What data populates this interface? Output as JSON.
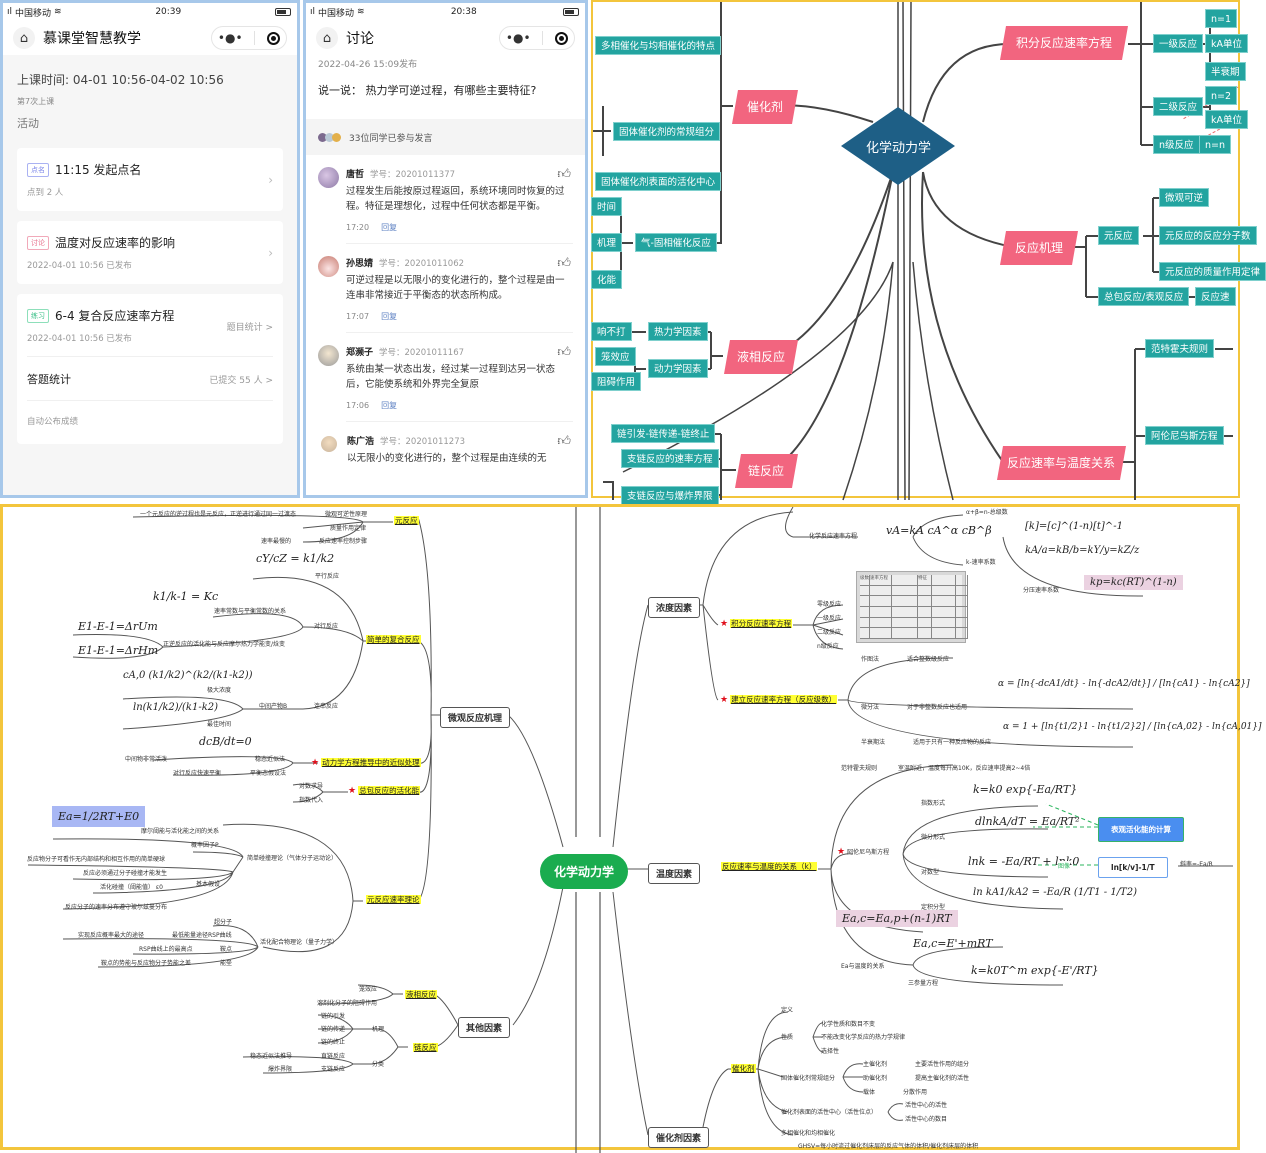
{
  "phone1": {
    "status": {
      "carrier": "中国移动",
      "time": "20:39"
    },
    "nav": {
      "title": "慕课堂智慧教学",
      "more_icon": "more-dots-icon",
      "close_icon": "target-icon"
    },
    "class_time": "上课时间: 04-01 10:56-04-02 10:56",
    "class_count": "第7次上课",
    "section_label": "活动",
    "cards": [
      {
        "tag": "点名",
        "title": "11:15 发起点名",
        "sub": "点到 2 人"
      },
      {
        "tag": "讨论",
        "title": "温度对反应速率的影响",
        "sub": "2022-04-01 10:56 已发布"
      },
      {
        "tag": "练习",
        "title": "6-4 复合反应速率方程",
        "sub": "2022-04-01 10:56 已发布",
        "link": "题目统计 >"
      }
    ],
    "answer_stats": {
      "label": "答题统计",
      "value": "已提交 55 人 >"
    },
    "auto_publish": "自动公布成绩"
  },
  "phone2": {
    "status": {
      "carrier": "中国移动",
      "time": "20:38"
    },
    "nav": {
      "title": "讨论"
    },
    "published": "2022-04-26 15:09发布",
    "question": "说一说： 热力学可逆过程，有哪些主要特征?",
    "participants": "33位同学已参与发言",
    "comments": [
      {
        "name": "唐哲",
        "sid": "学号：20201011377",
        "text": "过程发生后能按原过程返回，系统环境同时恢复的过程。特征是理想化，过程中任何状态都是平衡。",
        "time": "17:20",
        "reply": "回复"
      },
      {
        "name": "孙思婧",
        "sid": "学号：20201011062",
        "text": "可逆过程是以无限小的变化进行的，整个过程是由一连串非常接近于平衡态的状态所构成。",
        "time": "17:07",
        "reply": "回复"
      },
      {
        "name": "郑濒子",
        "sid": "学号：20201011167",
        "text": "系统由某一状态出发，经过某一过程到达另一状态后，它能使系统和外界完全复原",
        "time": "17:06",
        "reply": "回复"
      },
      {
        "name": "陈广浩",
        "sid": "学号：20201011273",
        "text": "以无限小的变化进行的，整个过程是由连续的无"
      }
    ]
  },
  "mindmap1": {
    "center": "化学动力学",
    "colors": {
      "center": "#1e5f86",
      "main": "#f2657f",
      "sub": "#23a4a0"
    },
    "main": [
      "催化剂",
      "液相反应",
      "链反应",
      "积分反应速率方程",
      "反应机理",
      "反应速率与温度关系"
    ],
    "catalyst_children": [
      "多相催化与均相催化的特点",
      "固体催化剂的常规组分",
      "固体催化剂表面的活化中心",
      "气-固相催化反应"
    ],
    "gas_solid_children": [
      "时间",
      "机理",
      "化能"
    ],
    "liquid_children": [
      "热力学因素",
      "动力学因素"
    ],
    "liquid_leaves": [
      "响不打",
      "笼效应",
      "阻碍作用"
    ],
    "chain_children": [
      "链引发-链传递-链终止",
      "支链反应的速率方程",
      "支链反应与爆炸界限"
    ],
    "integral_children": [
      "一级反应",
      "二级反应",
      "n级反应"
    ],
    "first_order_leaves": [
      "n=1",
      "kA单位",
      "半衰期"
    ],
    "second_order_leaves": [
      "n=2",
      "kA单位"
    ],
    "n_order_leaf": "n=n",
    "mechanism_children": [
      "元反应",
      "总包反应/表观反应"
    ],
    "elementary_leaves": [
      "微观可逆",
      "元反应的反应分子数",
      "元反应的质量作用定律"
    ],
    "overall_leaf": "反应速",
    "temp_children": [
      "范特霍夫规则",
      "阿伦尼乌斯方程"
    ]
  },
  "mindmap2": {
    "root": "化学动力学",
    "branches": [
      "微观反应机理",
      "其他因素",
      "浓度因素",
      "温度因素",
      "催化剂因素"
    ],
    "micro": {
      "elementary": {
        "label": "元反应",
        "items": [
          {
            "label": "微观可逆性原理",
            "leaf": "一个元反应的逆过程也是元反应，正逆进行通过同一过渡态"
          },
          {
            "label": "质量作用定律"
          },
          {
            "label": "反应速率控制步骤",
            "leaf": "速率最慢的"
          }
        ]
      },
      "simple_complex": {
        "label": "简单的复合反应",
        "items": [
          {
            "label": "平行反应",
            "formula": "cY/cZ = k1/k2"
          },
          {
            "label": "对行反应",
            "sub": [
              {
                "label": "速率常数与平衡常数的关系",
                "formula": "k1/k-1 = Kc"
              },
              {
                "label": "正逆反应的活化能与反应摩尔热力学能变/焓变",
                "formulas": [
                  "E1-E-1=ΔrUm",
                  "E1-E-1=ΔrHm"
                ]
              }
            ]
          },
          {
            "label": "连串反应",
            "sub": [
              {
                "label": "中间产物B",
                "sub": [
                  {
                    "label": "极大浓度",
                    "formula": "cA,0 (k1/k2)^(k2/(k1-k2))"
                  },
                  {
                    "label": "最佳时间",
                    "formula": "ln(k1/k2)/(k1-k2)"
                  }
                ]
              }
            ]
          }
        ]
      },
      "approx": {
        "label": "动力学方程推导中的近似处理",
        "items": [
          {
            "label": "稳态近似法",
            "leaf": "中间物非常活泼",
            "formula": "dcB/dt=0"
          },
          {
            "label": "平衡态假设法",
            "leaf": "对行反应快速平衡"
          }
        ]
      },
      "overall_ea": {
        "label": "总包反应的活化能",
        "items": [
          "对数求导",
          "指数代入"
        ]
      },
      "rate_theory": {
        "label": "元反应速率理论",
        "items": [
          {
            "label": "简单碰撞理论（气体分子运动论）",
            "sub": [
              {
                "label": "摩尔阈能与活化能之间的关系",
                "formula": "Ea=1/2RT+E0"
              },
              {
                "label": "概率因子P"
              },
              {
                "label": "基本假设",
                "sub": [
                  "反应物分子可看作无内部结构和相互作用的简单硬球",
                  "反应必须通过分子碰撞才能发生",
                  "活化碰撞（阈能值） ε0",
                  "反应分子的速率分布遵守玻尔兹曼分布"
                ]
              }
            ]
          },
          {
            "label": "活化配合物理论（量子力学）",
            "sub": [
              {
                "label": "超分子"
              },
              {
                "label": "最低能量途径RSP曲线",
                "leaf": "实现反应概率最大的途径"
              },
              {
                "label": "鞍点",
                "leaf": "RSP曲线上的最高点"
              },
              {
                "label": "能垒",
                "leaf": "鞍点的势能与反应物分子势能之差"
              }
            ]
          }
        ]
      }
    },
    "other": {
      "liquid": {
        "label": "液相反应",
        "items": [
          "笼效应",
          "溶剂化分子的阻碍作用"
        ]
      },
      "chain": {
        "label": "链反应",
        "mechanism": {
          "label": "机理",
          "items": [
            "链的引发",
            "链的传递",
            "链的终止"
          ]
        },
        "classification": {
          "label": "分类",
          "items": [
            {
              "label": "直链反应",
              "leaf": "稳态近似法推导"
            },
            {
              "label": "支链反应",
              "leaf": "爆炸界限"
            }
          ]
        }
      }
    },
    "concentration": {
      "rate_eq": {
        "label": "化学反应速率方程",
        "formula": "vA=kA cA^α cB^β",
        "children": [
          {
            "label": "α+β=n-总级数"
          },
          {
            "label": "k-速率系数",
            "formulas": [
              "[k]=[c]^(1-n)[t]^-1",
              "kA/a=kB/b=kY/y=kZ/z"
            ]
          },
          {
            "label": "分压速率系数",
            "formula": "kp=kc(RT)^(1-n)"
          }
        ]
      },
      "integral": {
        "label": "积分反应速率方程",
        "items": [
          "零级反应",
          "一级反应",
          "二级反应",
          "n级反应"
        ],
        "table_headers": [
          "级数",
          "速率方程",
          "特征"
        ]
      },
      "order": {
        "label": "建立反应速率方程（反应级数）",
        "items": [
          {
            "label": "作图法",
            "leaf": "适合整数级反应"
          },
          {
            "label": "微分法",
            "leaf": "对于非整数反应也适用",
            "formula": "α = [ln{-dcA1/dt} - ln{-dcA2/dt}] / [ln{cA1} - ln{cA2}]"
          },
          {
            "label": "半衰期法",
            "leaf": "适用于只有一种反应物的反应",
            "formula": "α = 1 + [ln{t1/2}1 - ln{t1/2}2] / [ln{cA,02} - ln{cA,01}]"
          }
        ]
      }
    },
    "temperature": {
      "label": "反应速率与温度的关系（k）",
      "van_t_hoff": {
        "label": "范特霍夫规则",
        "leaf": "室温附近，温度每升高10K，反应速率提高2~4倍"
      },
      "arrhenius": {
        "label": "阿伦尼乌斯方程",
        "forms": [
          {
            "label": "指数形式",
            "formula": "k=k0 exp{-Ea/RT}"
          },
          {
            "label": "微分形式",
            "formula": "dlnkA/dT = Ea/RT²"
          },
          {
            "label": "对数型",
            "formula": "lnk = -Ea/RT + lnk0"
          },
          {
            "label": "定积分型",
            "formula": "ln kA1/kA2 = -Ea/R (1/T1 - 1/T2)"
          }
        ]
      },
      "ea_relation_formula": "Ea,c=Ea,p+(n-1)RT",
      "ea_temp": {
        "label": "Ea与温度的关系",
        "formula": "Ea,c=E'+mRT",
        "three_param": {
          "label": "三参量方程",
          "formula": "k=k0T^m exp{-E'/RT}"
        }
      },
      "callout_apparent": "表观活化能的计算",
      "callout_plot": "ln[k/v]-1/T",
      "plot_edge": "图像",
      "slope": "斜率=-Ea/R"
    },
    "catalyst": {
      "label": "催化剂",
      "items": [
        {
          "label": "定义"
        },
        {
          "label": "性质",
          "sub": [
            "化学性质和数目不变",
            "不能改变化学反应的热力学规律",
            "选择性"
          ]
        },
        {
          "label": "固体催化剂常规组分",
          "sub": [
            {
              "label": "主催化剂",
              "leaf": "主要活性作用的组分"
            },
            {
              "label": "助催化剂",
              "leaf": "提高主催化剂的活性"
            },
            {
              "label": "载体",
              "leaf": "分散作用"
            }
          ]
        },
        {
          "label": "催化剂表面的活性中心（活性位点）",
          "sub": [
            "活性中心的活性",
            "活性中心的数目"
          ]
        },
        {
          "label": "多相催化和均相催化"
        }
      ],
      "ghsv": "GHSV=每小时流过催化剂床层的反应气体的体积/催化剂床层的体积"
    }
  }
}
